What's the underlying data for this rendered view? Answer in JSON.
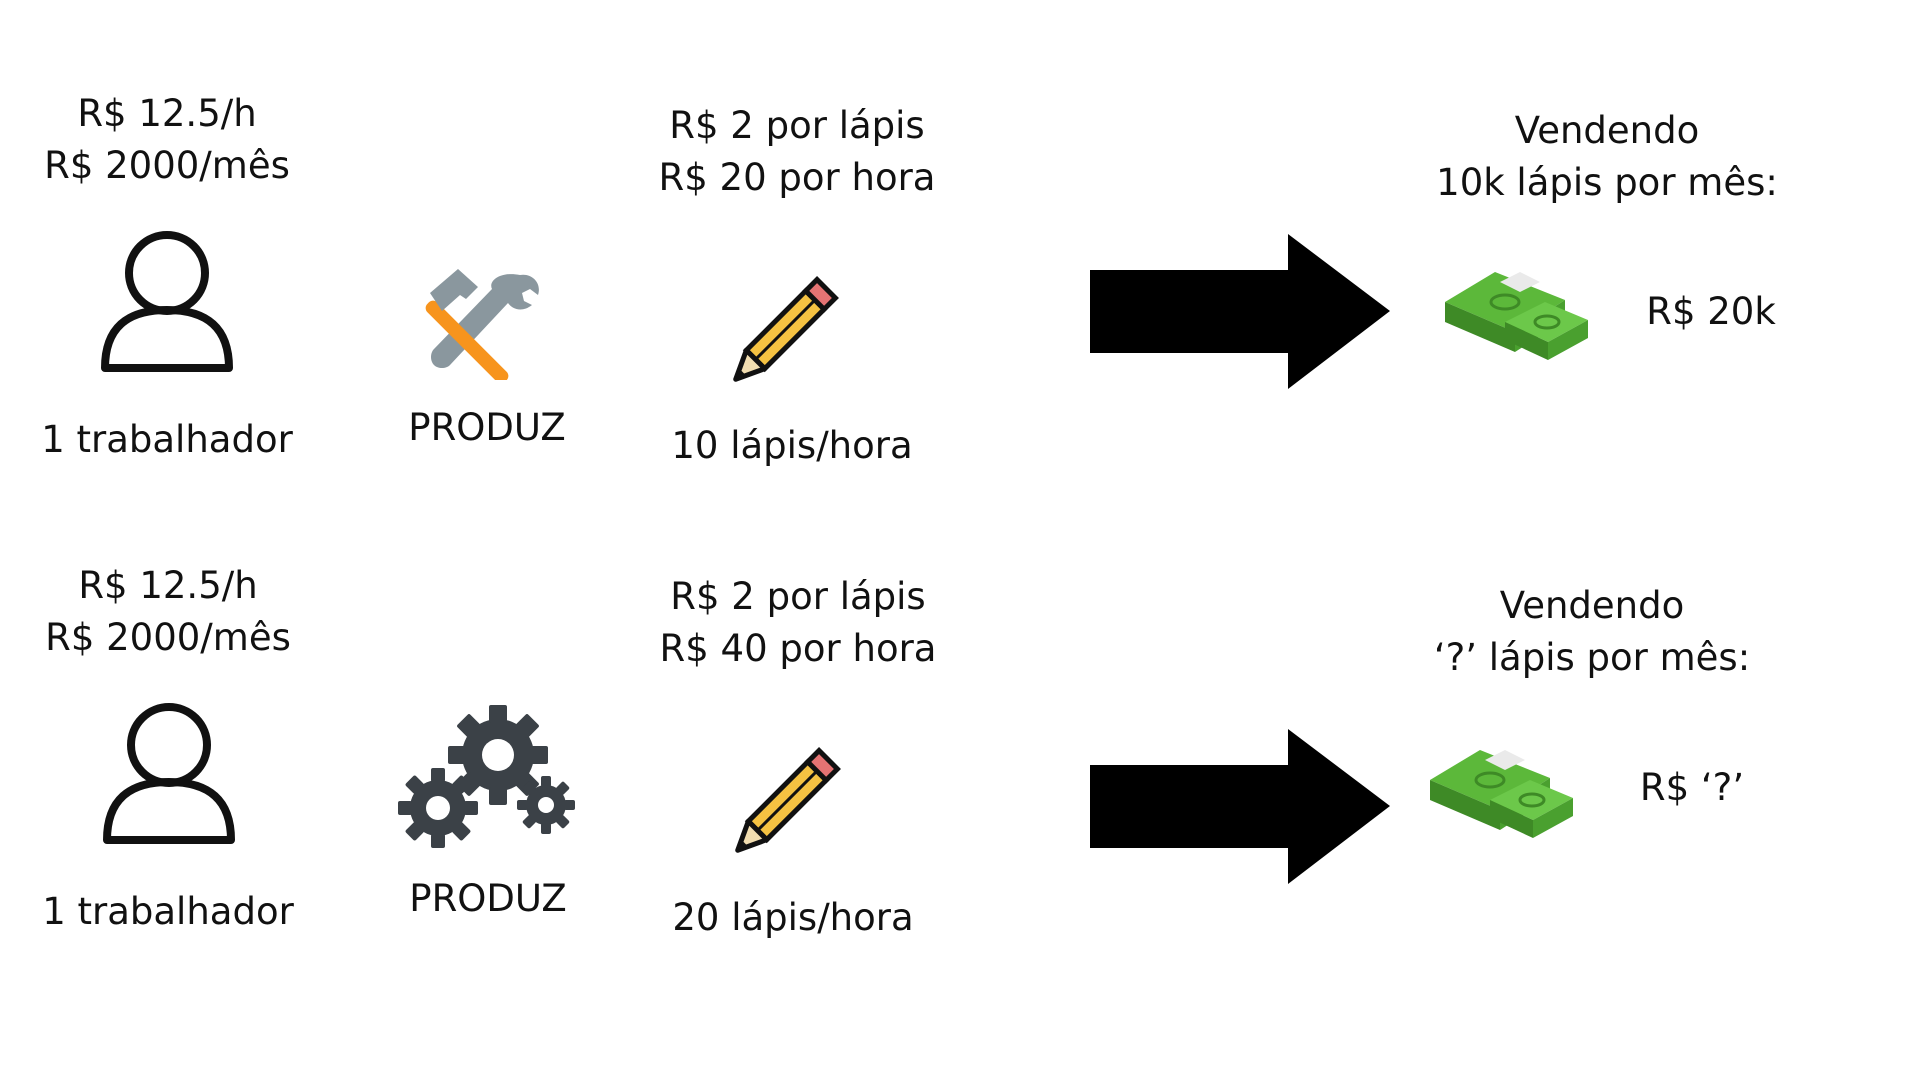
{
  "rows": [
    {
      "wage_hour": "R$ 12.5/h",
      "wage_month": "R$ 2000/mês",
      "worker_label": "1 trabalhador",
      "tool_label": "PRODUZ",
      "price_line": "R$ 2 por lápis",
      "revenue_line": "R$ 20 por hora",
      "output_label": "10 lápis/hora",
      "sales_line1": "Vendendo",
      "sales_line2": "10k lápis por mês:",
      "total": "R$ 20k",
      "tool_icon": "hammer-wrench-icon"
    },
    {
      "wage_hour": "R$ 12.5/h",
      "wage_month": "R$ 2000/mês",
      "worker_label": "1 trabalhador",
      "tool_label": "PRODUZ",
      "price_line": "R$ 2 por lápis",
      "revenue_line": "R$ 40 por hora",
      "output_label": "20 lápis/hora",
      "sales_line1": "Vendendo",
      "sales_line2": "‘?’ lápis por mês:",
      "total": "R$ ‘?’",
      "tool_icon": "gears-icon"
    }
  ],
  "icons": {
    "worker": "person-icon",
    "product": "pencil-icon",
    "flow": "arrow-right-icon",
    "money": "money-stack-icon"
  },
  "colors": {
    "text": "#111111",
    "arrow": "#000000",
    "money_green": "#5cb83a",
    "money_dark": "#3e8a26",
    "pencil_body": "#f5c242",
    "pencil_eraser": "#e57373",
    "tool_orange": "#f7941d",
    "tool_gray": "#8a979e",
    "gear_dark": "#3b4147"
  }
}
